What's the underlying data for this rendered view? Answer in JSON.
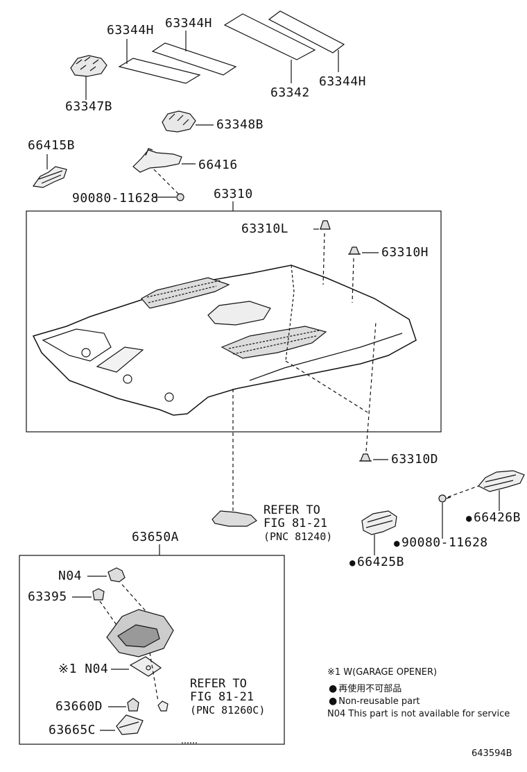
{
  "labels": {
    "p63344H_a": "63344H",
    "p63344H_b": "63344H",
    "p63347B": "63347B",
    "p63342": "63342",
    "p63344H_c": "63344H",
    "p63348B": "63348B",
    "p66415B": "66415B",
    "p66416": "66416",
    "p90080_11628_a": "90080-11628",
    "p63310": "63310",
    "p63310L": "63310L",
    "p63310H": "63310H",
    "p63310D": "63310D",
    "p66426B": "66426B",
    "p90080_11628_b": "90080-11628",
    "p66425B": "66425B",
    "p63650A": "63650A",
    "pN04_a": "N04",
    "p63395": "63395",
    "pN04_b": "※1 N04",
    "p63660D": "63660D",
    "p63665C": "63665C"
  },
  "refs": {
    "ref1_line1": "REFER TO",
    "ref1_line2": "FIG 81-21",
    "ref1_line3": "(PNC 81240)",
    "ref2_line1": "REFER TO",
    "ref2_line2": "FIG 81-21",
    "ref2_line3": "(PNC 81260C)"
  },
  "legend": {
    "line1": "※1 W(GARAGE OPENER)",
    "line2": "再使用不可部品",
    "line3": "Non-reusable part",
    "line4": "N04 This part is not available for service"
  },
  "figure_id": "643594B"
}
